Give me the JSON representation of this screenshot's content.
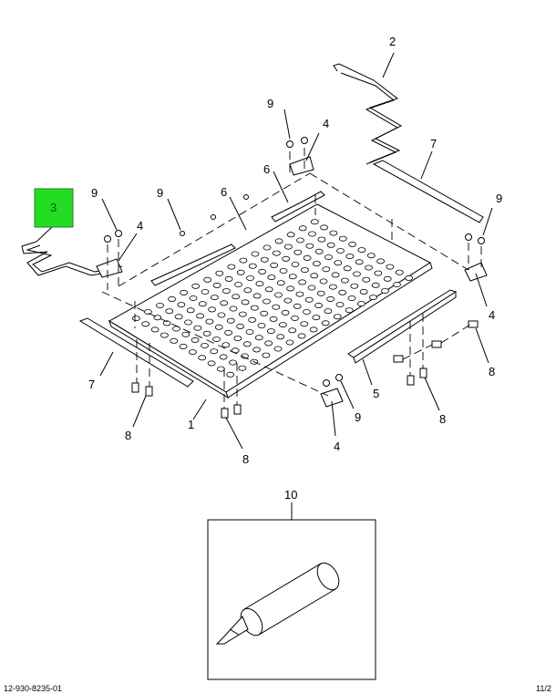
{
  "callouts": {
    "c2": "2",
    "c3": "3",
    "c9_top": "9",
    "c4_top": "4",
    "c7_right": "7",
    "c6_top": "6",
    "c9_right": "9",
    "c9_left1": "9",
    "c9_left2": "9",
    "c6_left": "6",
    "c4_left": "4",
    "c4_right": "4",
    "c7_left": "7",
    "c8_right": "8",
    "c5": "5",
    "c8_mid": "8",
    "c9_bottom": "9",
    "c1": "1",
    "c8_left": "8",
    "c4_bottom": "4",
    "c8_bottom": "8",
    "c10": "10"
  },
  "highlight": {
    "color": "#22dd22",
    "item": "3"
  },
  "footer": {
    "left": "12-930-8235-01",
    "right": "11/2"
  }
}
